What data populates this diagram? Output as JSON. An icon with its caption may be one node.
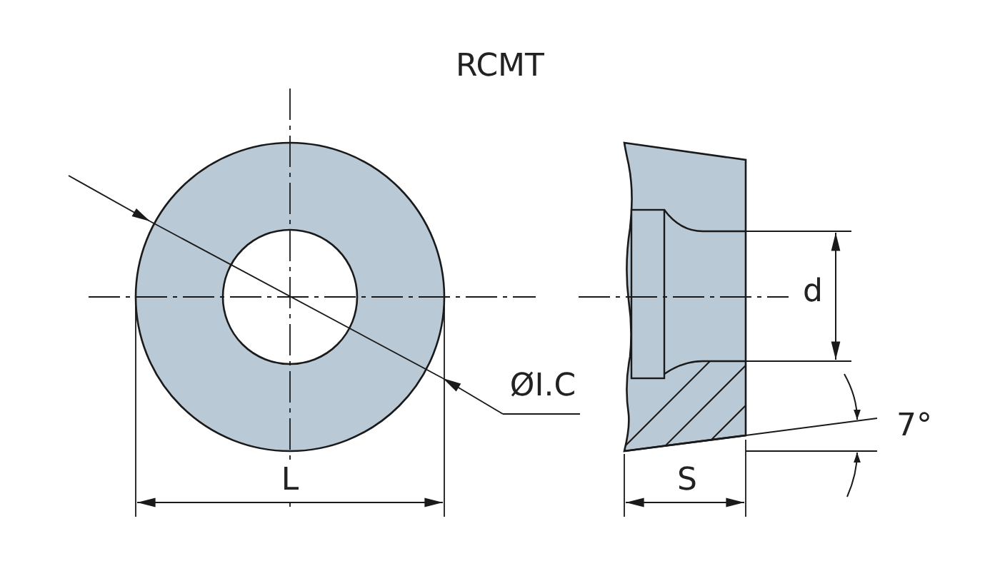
{
  "diagram": {
    "title": "RCMT",
    "labels": [
      "ØI.C",
      "d",
      "7°",
      "L",
      "S"
    ]
  }
}
